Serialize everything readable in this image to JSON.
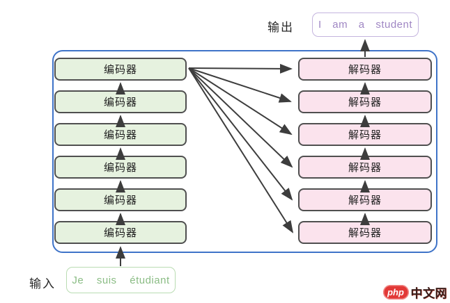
{
  "diagram": {
    "output_label": "输出",
    "output_text": "I am a student",
    "input_label": "输入",
    "input_text": "Je suis étudiant",
    "encoders": [
      {
        "label": "编码器"
      },
      {
        "label": "编码器"
      },
      {
        "label": "编码器"
      },
      {
        "label": "编码器"
      },
      {
        "label": "编码器"
      },
      {
        "label": "编码器"
      }
    ],
    "decoders": [
      {
        "label": "解码器"
      },
      {
        "label": "解码器"
      },
      {
        "label": "解码器"
      },
      {
        "label": "解码器"
      },
      {
        "label": "解码器"
      },
      {
        "label": "解码器"
      }
    ],
    "colors": {
      "container_border": "#3e73c8",
      "encoder_fill": "#e6f2df",
      "decoder_fill": "#fbe3ed",
      "box_border": "#4f4f4f",
      "arrow": "#3d3d3d",
      "output_text": "#9f86c3",
      "output_border": "#c4b4de",
      "input_text": "#8abc84",
      "input_border": "#b9dcb2"
    }
  },
  "watermark": {
    "brand": "php",
    "name": "中文网"
  }
}
